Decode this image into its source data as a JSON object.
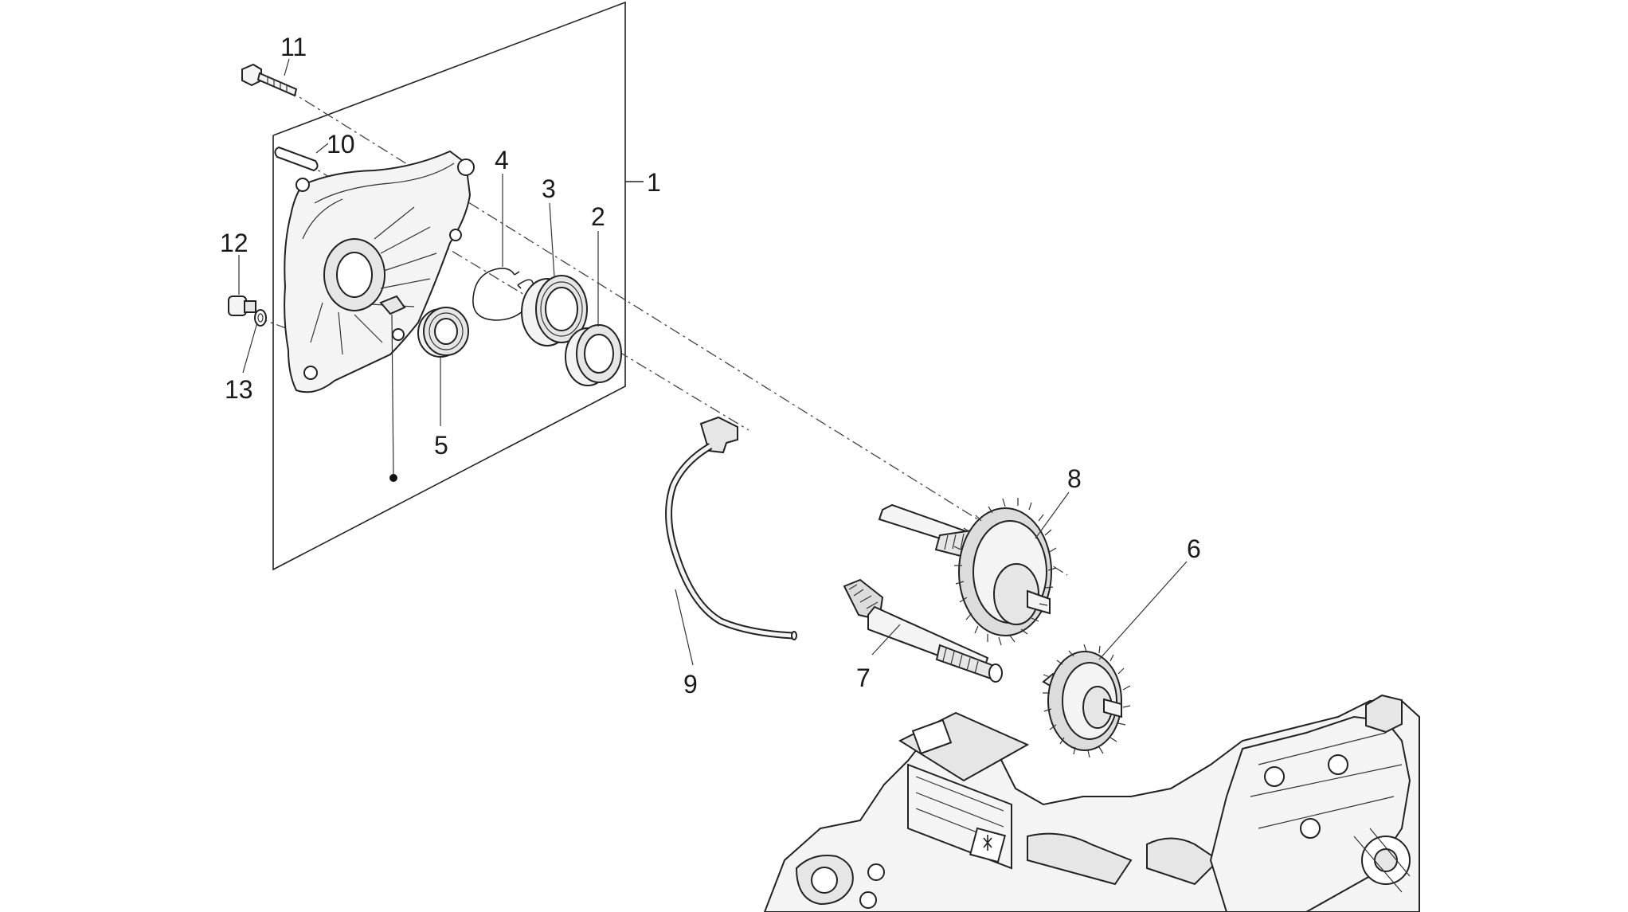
{
  "callouts": {
    "c1": "1",
    "c2": "2",
    "c3": "3",
    "c4": "4",
    "c5": "5",
    "c6": "6",
    "c7": "7",
    "c8": "8",
    "c9": "9",
    "c10": "10",
    "c11": "11",
    "c12": "12",
    "c13": "13"
  },
  "icons": {
    "marker": "filled-dot-marker"
  }
}
